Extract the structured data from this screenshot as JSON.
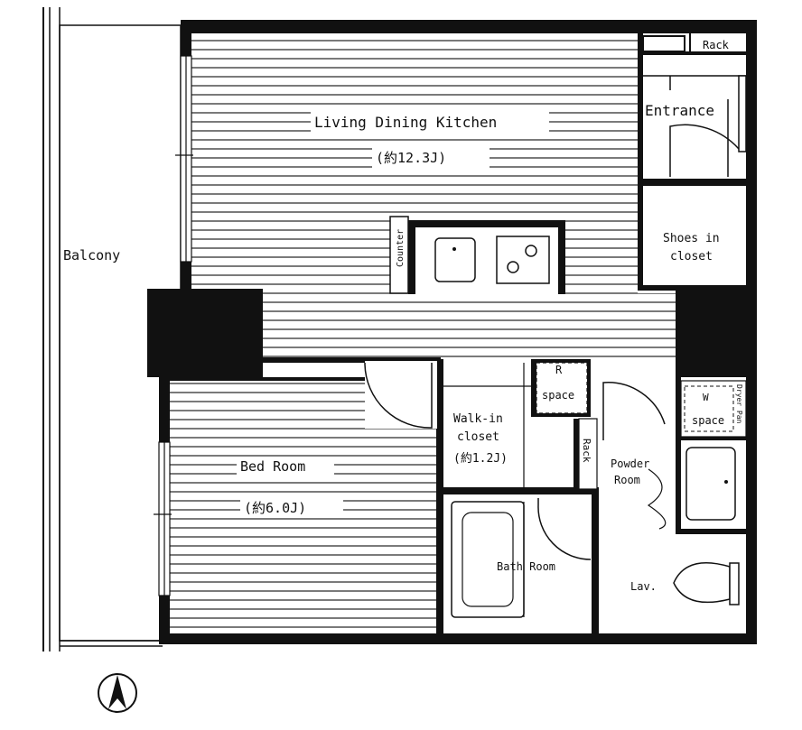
{
  "colors": {
    "wall": "#111111",
    "floor_lines": "#333333",
    "background": "#ffffff"
  },
  "rooms": {
    "ldk": {
      "name": "Living Dining Kitchen",
      "size": "(約12.3J)"
    },
    "bedroom": {
      "name": "Bed Room",
      "size": "(約6.0J)"
    },
    "walkin": {
      "name_line1": "Walk-in",
      "name_line2": "closet",
      "size": "(約1.2J)"
    },
    "entrance": {
      "name": "Entrance"
    },
    "shoes": {
      "name_line1": "Shoes in",
      "name_line2": "closet"
    },
    "balcony": {
      "name": "Balcony"
    },
    "powder": {
      "name_line1": "Powder",
      "name_line2": "Room"
    },
    "bath": {
      "name": "Bath Room"
    },
    "lav": {
      "name": "Lav."
    }
  },
  "labels": {
    "rack_top": "Rack",
    "rack_side": "Rack",
    "counter": "Counter",
    "fridge_letter": "R",
    "fridge_space": "space",
    "washer_letter": "W",
    "washer_space": "space",
    "washer_side": "Dryer Pan"
  },
  "icons": {
    "compass": "north-arrow-icon"
  }
}
